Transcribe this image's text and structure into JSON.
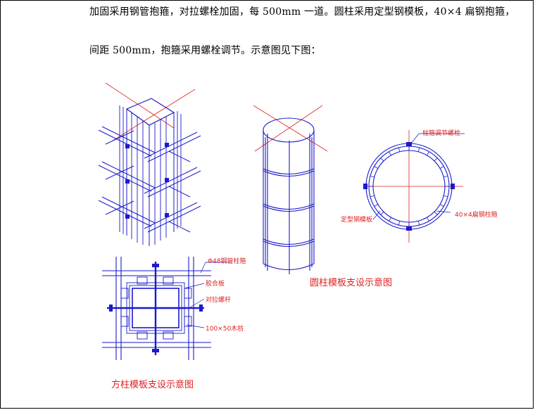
{
  "text": {
    "paragraph_1": "加固采用钢管抱箍，对拉螺栓加固，每 500mm 一道。圆柱采用定型钢模板，40×4 扁钢抱箍，",
    "paragraph_2": "间距 500mm，抱箍采用螺栓调节。示意图见下图："
  },
  "square_column": {
    "caption": "方柱模板支设示意图",
    "labels": {
      "steel_pipe_hoop": "Φ48钢管柱箍",
      "plywood": "胶合板",
      "tie_bolt": "对拉螺杆",
      "timber": "100×50木枋"
    }
  },
  "round_column": {
    "caption": "圆柱模板支设示意图",
    "labels": {
      "adjust_bolt": "柱箍调节螺栓",
      "steel_formwork": "定型钢模板",
      "flat_steel_hoop": "40×4扁钢柱箍"
    }
  },
  "colors": {
    "line_blue": "#1a1acc",
    "axis_red": "#e02020",
    "label_red": "#d22"
  }
}
